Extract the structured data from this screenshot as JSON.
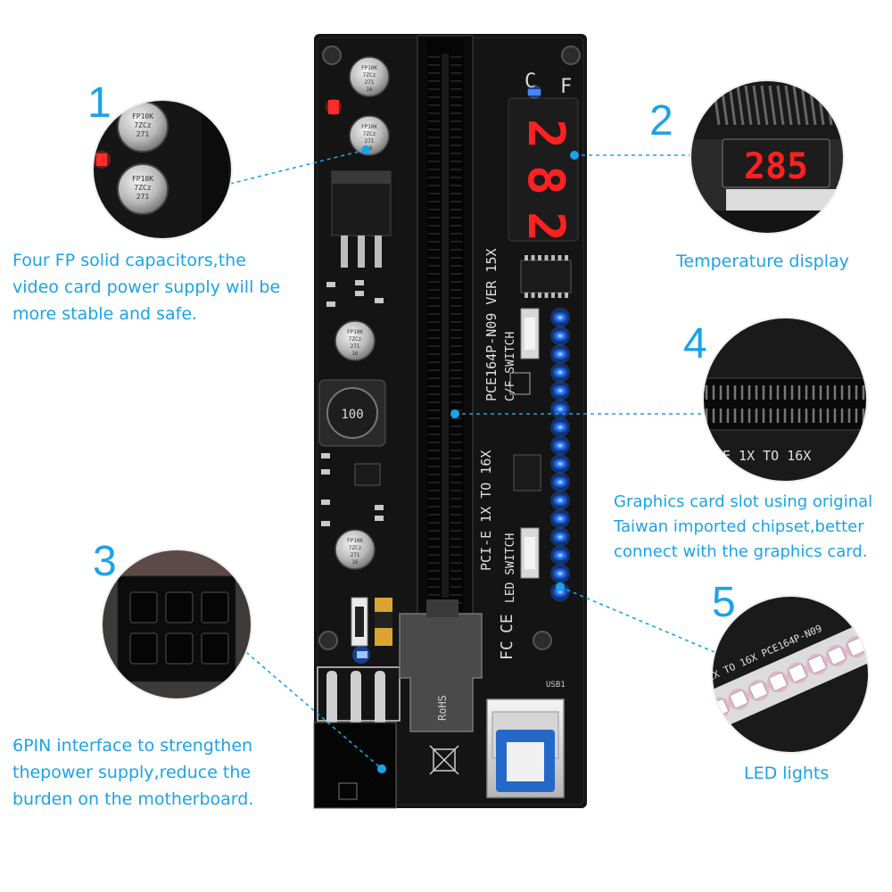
{
  "callouts": [
    {
      "number": "1",
      "lines": [
        "Four FP solid capacitors,the",
        "video card power supply will be",
        "more stable and safe."
      ]
    },
    {
      "number": "2",
      "lines": [
        "Temperature display"
      ]
    },
    {
      "number": "3",
      "lines": [
        "6PIN interface to strengthen",
        "thepower supply,reduce the",
        "burden on the motherboard."
      ]
    },
    {
      "number": "4",
      "lines": [
        "Graphics card slot using original",
        "Taiwan imported chipset,better",
        "connect with the graphics card."
      ]
    },
    {
      "number": "5",
      "lines": [
        "LED lights"
      ]
    }
  ],
  "board": {
    "model": "PCE164P-N09  VER 15X",
    "slot_label": "PCI-E 1X TO 16X",
    "cf_switch": "C/F SWITCH",
    "led_switch": "LED SWITCH",
    "temp_digits": [
      "2",
      "8",
      "2"
    ],
    "temp_unit_c": "C",
    "temp_unit_f": "F",
    "usb_label": "USB1",
    "rohs": "RoHS",
    "fc": "FC",
    "ce": "CE",
    "cap_text": [
      "FP10K",
      "7ZCz",
      "271",
      "16"
    ],
    "inductor": "100",
    "zoom_digits": "285"
  },
  "colors": {
    "accent": "#1aa3e8",
    "pcb": "#141414",
    "led_blue": "#1a6dff",
    "seg_red": "#ff2020"
  }
}
